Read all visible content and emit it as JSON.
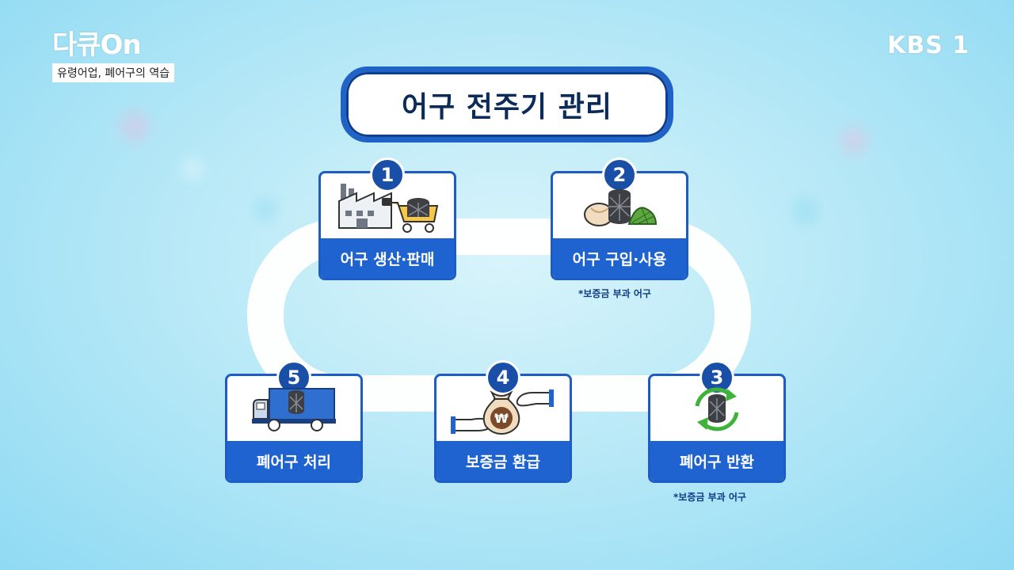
{
  "logo": {
    "word": "다큐On",
    "subtitle": "유령어업, 폐어구의 역습"
  },
  "broadcaster": "KBS 1",
  "title": "어구 전주기 관리",
  "steps": [
    {
      "num": "1",
      "label": "어구 생산·판매"
    },
    {
      "num": "2",
      "label": "어구 구입·사용"
    },
    {
      "num": "3",
      "label": "폐어구 반환"
    },
    {
      "num": "4",
      "label": "보증금 환급"
    },
    {
      "num": "5",
      "label": "폐어구 처리"
    }
  ],
  "notes": {
    "step2": "*보증금 부과 어구",
    "step3": "*보증금 부과 어구"
  },
  "currency_symbol": "₩",
  "colors": {
    "primary": "#1e63cf",
    "badge": "#1a4fa8",
    "title_text": "#0d2b58",
    "arrow_green": "#3fb23a"
  }
}
